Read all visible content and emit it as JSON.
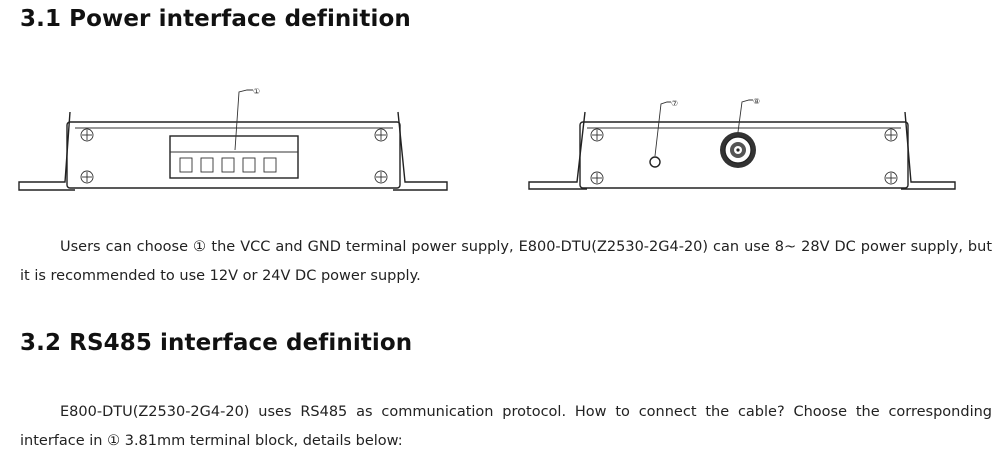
{
  "section_1": {
    "heading": "3.1 Power interface definition",
    "paragraph_before": "Users can choose ",
    "paragraph_marker": "①",
    "paragraph_after": " the VCC and GND terminal power supply, E800-DTU(Z2530-2G4-20) can use 8~ 28V DC power supply, but it is recommended to use 12V or 24V DC power supply."
  },
  "section_2": {
    "heading": "3.2 RS485 interface definition",
    "paragraph_before": "E800-DTU(Z2530-2G4-20) uses RS485 as communication protocol. How to connect the cable? Choose the corresponding interface in ",
    "paragraph_marker": "①",
    "paragraph_after": " 3.81mm terminal block, details below:"
  },
  "figure_left": {
    "callout": "①",
    "icons": [
      "screw-icon",
      "terminal-block-icon"
    ]
  },
  "figure_right": {
    "callout_led": "⑦",
    "callout_antenna": "⑧",
    "icons": [
      "screw-icon",
      "led-icon",
      "antenna-connector-icon"
    ]
  }
}
